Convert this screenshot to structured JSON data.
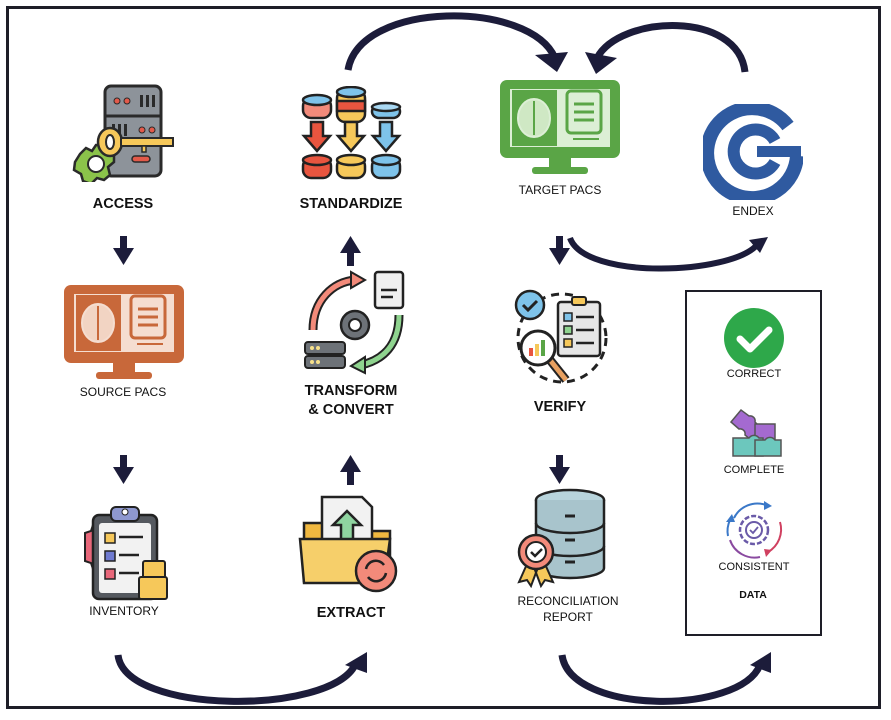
{
  "diagram": {
    "nodes": {
      "access": {
        "label": "ACCESS"
      },
      "standardize": {
        "label": "STANDARDIZE"
      },
      "target_pacs": {
        "label": "TARGET PACS"
      },
      "endex": {
        "label": "ENDEX"
      },
      "source_pacs": {
        "label": "SOURCE PACS"
      },
      "transform": {
        "label_line1": "TRANSFORM",
        "label_line2": "& CONVERT"
      },
      "verify": {
        "label": "VERIFY"
      },
      "inventory": {
        "label": "INVENTORY"
      },
      "extract": {
        "label": "EXTRACT"
      },
      "reconciliation": {
        "label_line1": "RECONCILIATION",
        "label_line2": "REPORT"
      }
    },
    "data_panel": {
      "items": [
        {
          "label": "CORRECT",
          "icon": "check-circle-icon"
        },
        {
          "label": "COMPLETE",
          "icon": "puzzle-icon"
        },
        {
          "label": "CONSISTENT",
          "icon": "gear-cycle-icon"
        }
      ],
      "title": "DATA"
    },
    "flow": [
      "ACCESS -> SOURCE PACS",
      "SOURCE PACS -> INVENTORY",
      "INVENTORY -> EXTRACT",
      "EXTRACT -> TRANSFORM & CONVERT",
      "TRANSFORM & CONVERT -> STANDARDIZE",
      "STANDARDIZE -> TARGET PACS",
      "ENDEX -> TARGET PACS",
      "TARGET PACS -> ENDEX",
      "TARGET PACS -> VERIFY",
      "VERIFY -> RECONCILIATION REPORT",
      "RECONCILIATION REPORT -> DATA"
    ],
    "colors": {
      "arrow": "#1c1c3a",
      "source_pacs": "#c8683a",
      "target_pacs": "#5aa546",
      "endex": "#2f5aa0",
      "correct": "#2ea84a"
    }
  }
}
